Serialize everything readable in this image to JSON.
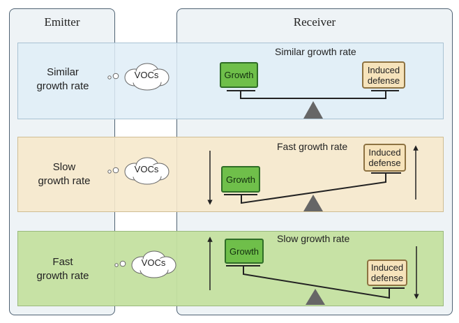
{
  "emitter": {
    "title": "Emitter"
  },
  "receiver": {
    "title": "Receiver"
  },
  "rows": [
    {
      "emitter_label_lines": [
        "Similar",
        "growth rate"
      ],
      "vocs_label": "VOCs",
      "receiver_title": "Similar growth rate",
      "growth_label": "Growth",
      "defense_label_lines": [
        "Induced",
        "defense"
      ]
    },
    {
      "emitter_label_lines": [
        "Slow",
        "growth rate"
      ],
      "vocs_label": "VOCs",
      "receiver_title": "Fast growth rate",
      "growth_label": "Growth",
      "defense_label_lines": [
        "Induced",
        "defense"
      ]
    },
    {
      "emitter_label_lines": [
        "Fast",
        "growth rate"
      ],
      "vocs_label": "VOCs",
      "receiver_title": "Slow growth rate",
      "growth_label": "Growth",
      "defense_label_lines": [
        "Induced",
        "defense"
      ]
    }
  ],
  "colors": {
    "row1_fill": "#dfedf7",
    "row2_fill": "#f6e9cc",
    "row3_fill": "#c4e0a0",
    "growth_fill": "#6fbf4a",
    "defense_fill": "#f6e3bb",
    "fulcrum": "#666666"
  }
}
